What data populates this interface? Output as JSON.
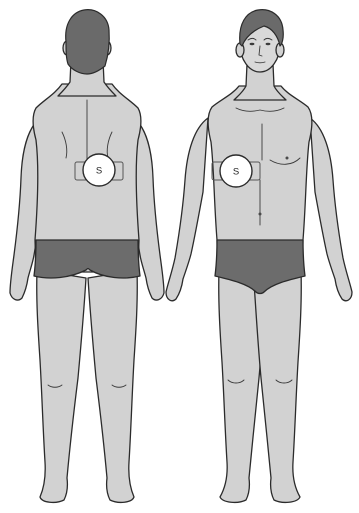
{
  "figures": [
    {
      "view": "back",
      "pad": {
        "label": "S"
      }
    },
    {
      "view": "front",
      "pad": {
        "label": "S"
      }
    }
  ],
  "colors": {
    "background": "#ffffff",
    "skin": "#d2d2d2",
    "hair": "#6a6a6a",
    "underwear": "#6c6c6c",
    "outline": "#2b2b2b",
    "pad": "#ffffff"
  }
}
